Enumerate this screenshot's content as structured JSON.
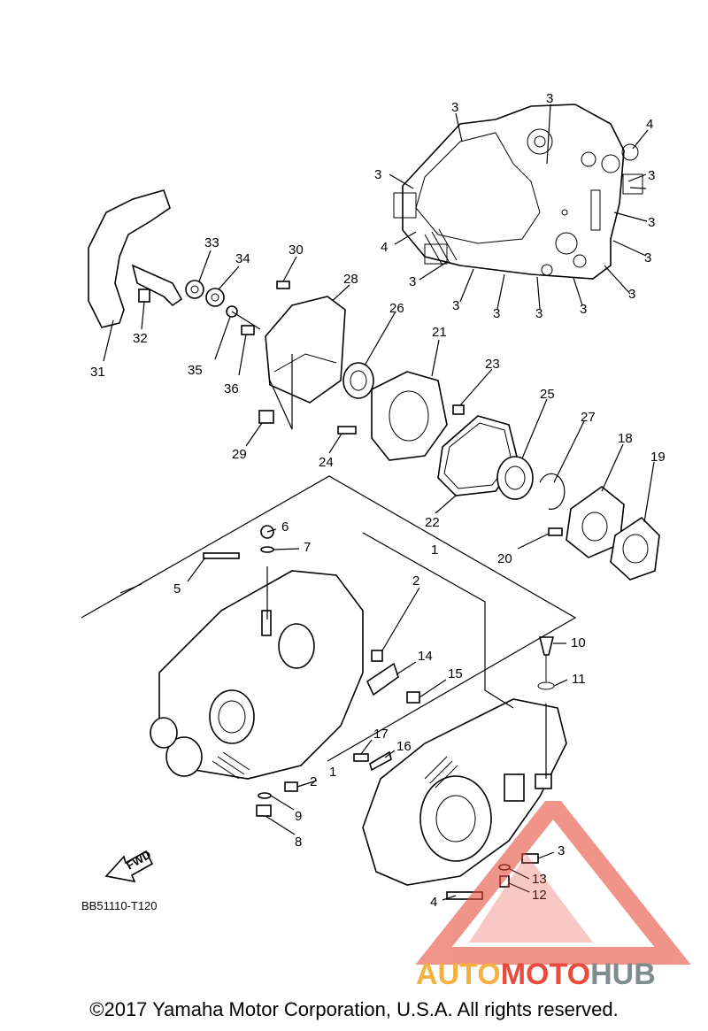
{
  "diagram": {
    "code": "BB51110-T120",
    "fwd_label": "FWD",
    "callouts": [
      {
        "id": "c3a",
        "label": "3"
      },
      {
        "id": "c3b",
        "label": "3"
      },
      {
        "id": "c4a",
        "label": "4"
      },
      {
        "id": "c3c",
        "label": "3"
      },
      {
        "id": "c3d",
        "label": "3"
      },
      {
        "id": "c3e",
        "label": "3"
      },
      {
        "id": "c4b",
        "label": "4"
      },
      {
        "id": "c3f",
        "label": "3"
      },
      {
        "id": "c3g",
        "label": "3"
      },
      {
        "id": "c3h",
        "label": "3"
      },
      {
        "id": "c3i",
        "label": "3"
      },
      {
        "id": "c3j",
        "label": "3"
      },
      {
        "id": "c3k",
        "label": "3"
      },
      {
        "id": "c3l",
        "label": "3"
      },
      {
        "id": "c3m",
        "label": "3"
      },
      {
        "id": "c33",
        "label": "33"
      },
      {
        "id": "c34",
        "label": "34"
      },
      {
        "id": "c30",
        "label": "30"
      },
      {
        "id": "c28",
        "label": "28"
      },
      {
        "id": "c32",
        "label": "32"
      },
      {
        "id": "c31",
        "label": "31"
      },
      {
        "id": "c35",
        "label": "35"
      },
      {
        "id": "c36",
        "label": "36"
      },
      {
        "id": "c26",
        "label": "26"
      },
      {
        "id": "c21",
        "label": "21"
      },
      {
        "id": "c23",
        "label": "23"
      },
      {
        "id": "c25",
        "label": "25"
      },
      {
        "id": "c27",
        "label": "27"
      },
      {
        "id": "c18",
        "label": "18"
      },
      {
        "id": "c19",
        "label": "19"
      },
      {
        "id": "c29",
        "label": "29"
      },
      {
        "id": "c24",
        "label": "24"
      },
      {
        "id": "c22",
        "label": "22"
      },
      {
        "id": "c20",
        "label": "20"
      },
      {
        "id": "c6",
        "label": "6"
      },
      {
        "id": "c7",
        "label": "7"
      },
      {
        "id": "c5",
        "label": "5"
      },
      {
        "id": "c1a",
        "label": "1"
      },
      {
        "id": "c2a",
        "label": "2"
      },
      {
        "id": "c10",
        "label": "10"
      },
      {
        "id": "c14",
        "label": "14"
      },
      {
        "id": "c15",
        "label": "15"
      },
      {
        "id": "c11",
        "label": "11"
      },
      {
        "id": "c17",
        "label": "17"
      },
      {
        "id": "c16",
        "label": "16"
      },
      {
        "id": "c1b",
        "label": "1"
      },
      {
        "id": "c2b",
        "label": "2"
      },
      {
        "id": "c9",
        "label": "9"
      },
      {
        "id": "c8",
        "label": "8"
      },
      {
        "id": "c3n",
        "label": "3"
      },
      {
        "id": "c13",
        "label": "13"
      },
      {
        "id": "c12",
        "label": "12"
      },
      {
        "id": "c4c",
        "label": "4"
      }
    ]
  },
  "watermark": {
    "part1": "AUTO",
    "part2": "MOTO",
    "part3": "HUB"
  },
  "copyright": "©2017 Yamaha Motor Corporation, U.S.A. All rights reserved."
}
